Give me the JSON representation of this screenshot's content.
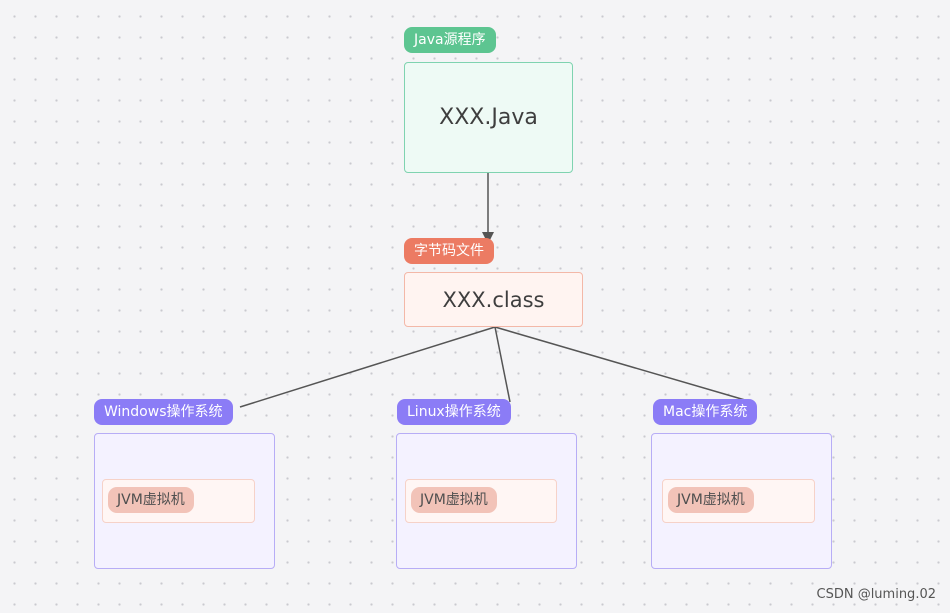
{
  "source": {
    "tag": "Java源程序",
    "label": "XXX.Java"
  },
  "bytecode": {
    "tag": "字节码文件",
    "label": "XXX.class"
  },
  "targets": [
    {
      "tag": "Windows操作系统",
      "inner_label": "JVM虚拟机"
    },
    {
      "tag": "Linux操作系统",
      "inner_label": "JVM虚拟机"
    },
    {
      "tag": "Mac操作系统",
      "inner_label": "JVM虚拟机"
    }
  ],
  "watermark": "CSDN @luming.02",
  "colors": {
    "source_tag": "#5dc591",
    "bytecode_tag": "#ec7b63",
    "os_tag": "#8b7cf6",
    "jvm_pill": "#f2c3b8",
    "connector": "#555555"
  }
}
